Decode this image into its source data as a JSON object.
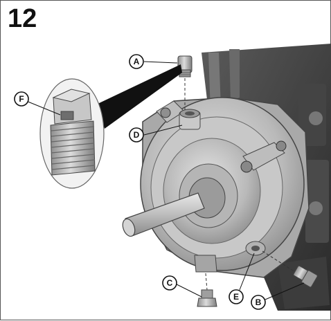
{
  "figure": {
    "number": "12"
  },
  "callouts": {
    "a": "A",
    "b": "B",
    "c": "C",
    "d": "D",
    "e": "E",
    "f": "F"
  }
}
